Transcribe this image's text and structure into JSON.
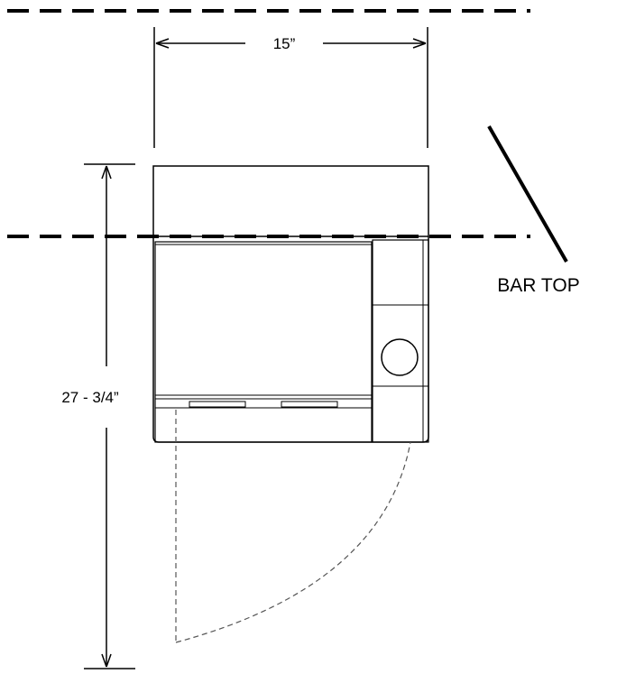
{
  "diagram": {
    "width_dimension": "15”",
    "depth_dimension": "27 - 3/4”",
    "bar_top_label": "BAR TOP"
  },
  "colors": {
    "line": "#000000",
    "hidden_line": "#555555",
    "background": "#ffffff"
  }
}
